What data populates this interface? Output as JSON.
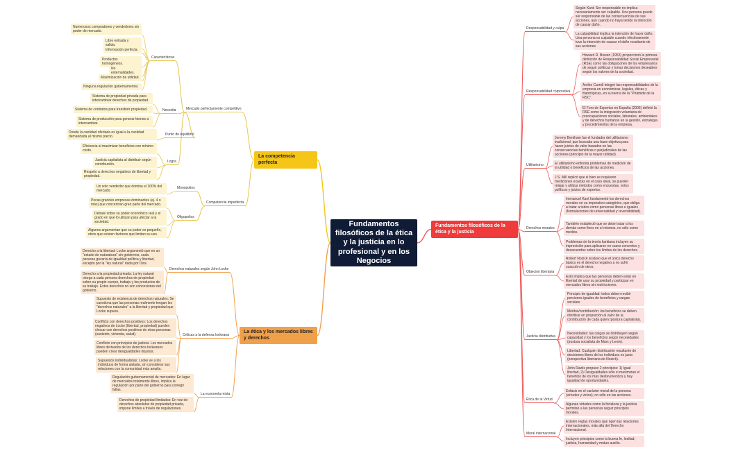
{
  "center": "Fundamentos filosóficos de la ética y la justicia en lo profesional y en los Negocios",
  "colors": {
    "central": "#101b35",
    "yellow": "#f5c518",
    "orange": "#f1a04a",
    "red": "#ef3b3b",
    "yellow_leaf": "#fdf3cf",
    "orange_leaf": "#fde8d2",
    "red_leaf": "#fde0e0"
  },
  "left": {
    "competencia": {
      "label": "La competencia perfecta",
      "mercado": {
        "label": "Mercado perfectamente competitivo",
        "caracteristicas": {
          "label": "Características",
          "items": [
            "Numerosos compradores y vendedores sin poder de mercado.",
            "Libre entrada y salida.",
            "Información perfecta.",
            "Productos homogéneos.",
            "No externalidades.",
            "Maximización de utilidad.",
            "Ninguna regulación gubernamental."
          ]
        },
        "necesita": {
          "label": "Necesita",
          "items": [
            "Sistema de propiedad privada para intercambiar derechos de propiedad.",
            "Sistema de contratos para transferir propiedad.",
            "Sistema de producción para generar bienes a intercambiar."
          ]
        },
        "equilibrio": {
          "label": "Punto de equilibrio",
          "items": [
            "Donde la cantidad ofertada es igual a la cantidad demandada al mismo precio."
          ]
        },
        "logra": {
          "label": "Logra",
          "items": [
            "Eficiencia al maximizar beneficios con mínimo costo.",
            "Justicia capitalista al distribuir según contribución.",
            "Respeto a derechos negativos de libertad y propiedad."
          ]
        }
      },
      "imperfecta": {
        "label": "Competencia imperfecta",
        "monopolios": {
          "label": "Monopolios",
          "items": [
            "Un solo vendedor que domina el 100% del mercado."
          ]
        },
        "oligopolios": {
          "label": "Oligopolios",
          "items": [
            "Pocas grandes empresas dominantes (ej. 4 o más) que concentran gran parte del mercado.",
            "Debate sobre su poder económico real y el grado en que lo utilizan para afectar a la sociedad.",
            "Algunos argumentan que su poder es pequeño, otros que existen factores que limitan su uso."
          ]
        }
      }
    },
    "etica": {
      "label": "La ética y los mercados libres y derechos",
      "locke": {
        "label": "Derechos naturales según John Locke",
        "items": [
          "Derecho a la libertad: Locke argumentó que en un \"estado de naturaleza\" sin gobiernos, cada persona gozaría de igualdad política y libertad, excepto por la \"ley natural\" dada por Dios.",
          "Derecho a la propiedad privada: La ley natural otorga a cada persona derechos de propiedad sobre su propio cuerpo, trabajo y los productos de su trabajo. Estos derechos no son concesiones del gobierno."
        ]
      },
      "criticas": {
        "label": "Críticas a la defensa lockeana",
        "items": [
          "Supuesto de existencia de derechos naturales: Se cuestiona que las personas realmente tengan los \"derechos naturales\" a la libertad y propiedad que Locke supuso.",
          "Conflicto con derechos positivos: Los derechos negativos de Locke (libertad, propiedad) pueden chocar con derechos positivos de otras personas (sustento, vivienda, salud).",
          "Conflicto con principios de justicia: Los mercados libres derivados de los derechos lockeanos pueden crear desigualdades injustas.",
          "Supuestos individualistas: Locke ve a los individuos de forma aislada, sin considerar sus relaciones con la comunidad más amplia."
        ]
      },
      "mixta": {
        "label": "La economía mixta",
        "items": [
          "Regulación gubernamental de mercados: En lugar de mercados totalmente libres, implica la regulación por parte del gobierno para corregir fallas.",
          "Derechos de propiedad limitados: En vez de derechos absolutos de propiedad privada, impone límites a través de regulaciones."
        ]
      }
    }
  },
  "right": {
    "label": "Fundamentos filosóficos de la ética y la justicia",
    "topics": [
      {
        "label": "Responsabilidad y culpa",
        "items": [
          "Según Kant: Ser responsable no implica necesariamente ser culpable. Una persona puede ser responsable de las consecuencias de sus acciones, aun cuando no haya tenido la intención de causar daño.",
          "La culpabilidad implica la intención de hacer daño. Una persona es culpable cuando efectivamente tuvo la intención de causar el daño resultante de sus acciones."
        ]
      },
      {
        "label": "Responsabilidad corporativa",
        "items": [
          "Howard R. Bowen (1953) proporcionó la primera definición de Responsabilidad Social Empresarial (RSE) como las obligaciones de los empresarios de seguir políticas y tomar decisiones deseables según los valores de la sociedad.",
          "Archie Carroll integró las responsabilidades de la empresa en económicas, legales, éticas y filantrópicas, en su teoría de la \"Pirámide de la RSC\".",
          "El Foro de Expertos en España (2005) definió la RSE como la integración voluntaria de preocupaciones sociales, laborales, ambientales y de derechos humanos en la gestión, estrategia y procedimientos de la empresa."
        ]
      },
      {
        "label": "Utilitarismo",
        "items": [
          "Jeremy Bentham fue el fundador del utilitarismo tradicional, que buscaba una base objetiva para hacer juicios de valor basados en las consecuencias benéficas o perjudiciales de las acciones (principio de la mayor utilidad).",
          "El utilitarismo enfrenta problemas de medición de la utilidad o beneficios de las acciones.",
          "J.S. Mill replicó que si bien se requieren mediciones exactas en el caso ideal, se pueden relajar y utilizar métodos como encuestas, votos políticos y juicios de expertos."
        ]
      },
      {
        "label": "Derechos morales",
        "items": [
          "Immanuel Kant fundamentó los derechos morales en su imperativo categórico, que obliga a tratar a todos como personas libres e iguales (formulaciones de universalidad y reversibilidad).",
          "También estableció que se debe tratar a los demás como fines en sí mismos, no sólo como medios.",
          "Problemas de la teoría kantiana incluyen su imprecisión para aplicarse en casos concretos y desacuerdos sobre los límites de los derechos."
        ]
      },
      {
        "label": "Objeción libertaria",
        "items": [
          "Robert Nozick sostuvo que el único derecho básico es el derecho negativo a no sufrir coacción de otros.",
          "Esto implica que las personas deben estar en libertad de usar su propiedad y participar en mercados libres sin restricciones."
        ]
      },
      {
        "label": "Justicia distributiva",
        "items": [
          "Principio de igualdad: todos deben recibir porciones iguales de beneficios y cargas sociales.",
          "Méritos/contribución: los beneficios se deben distribuir en proporción al valor de la contribución de cada quien (postura capitalista).",
          "Necesidades: las cargas se distribuyen según capacidad y los beneficios según necesidades (postura socialista de Marx y Lenin).",
          "Libertad: Cualquier distribución resultante de decisiones libres de los individuos es justa (perspectiva libertaria de Nozick).",
          "John Rawls propuso 2 principios: 1) Igual libertad, 2) Desigualdades sólo si maximizan el beneficio de los más desfavorecidos y hay igualdad de oportunidades."
        ]
      },
      {
        "label": "Ética de la Virtud",
        "items": [
          "Enfasis en el carácter moral de la persona (virtudes y vicios), no sólo en las acciones.",
          "Algunas virtudes como la fortaleza y la justicia permitan a las personas seguir principios morales."
        ]
      },
      {
        "label": "Moral internacional",
        "items": [
          "Existen reglas morales que rigen las relaciones internacionales, más allá del Derecho Internacional.",
          "Incluyen principios como la buena fe, lealtad, justicia, humanidad y mutuo auxilio."
        ]
      }
    ]
  }
}
